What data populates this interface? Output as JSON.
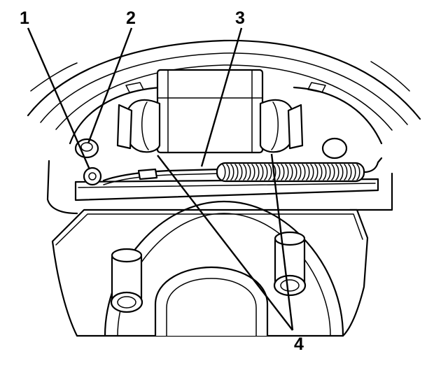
{
  "callouts": {
    "label_1": "1",
    "label_2": "2",
    "label_3": "3",
    "label_4": "4"
  },
  "colors": {
    "ink": "#000000",
    "paper": "#ffffff"
  }
}
